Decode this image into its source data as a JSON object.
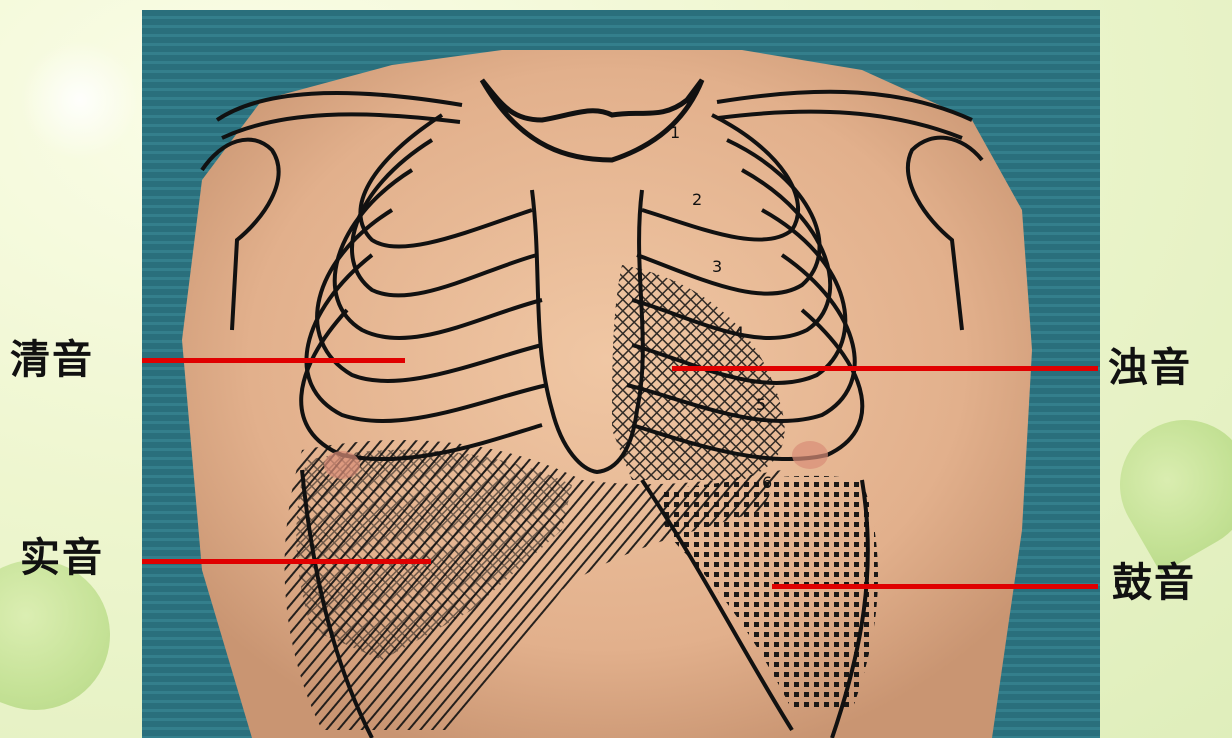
{
  "labels": {
    "clear": "清音",
    "flat": "实音",
    "dull": "浊音",
    "tympanic": "鼓音"
  },
  "rib_numbers": [
    "1",
    "2",
    "3",
    "4",
    "5",
    "6"
  ],
  "colors": {
    "pointer": "#e00000",
    "label_text": "#111111",
    "skin": "#e8b894",
    "backdrop": "#2a6f7c",
    "outline": "#111111"
  }
}
